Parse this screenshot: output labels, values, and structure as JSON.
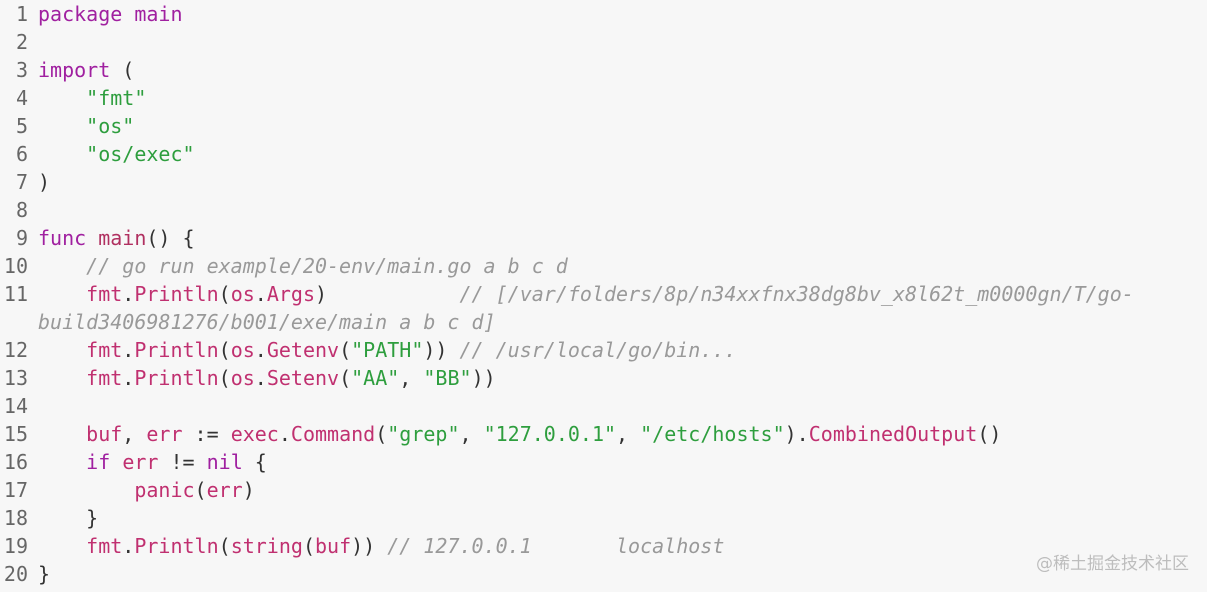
{
  "editor": {
    "lines": [
      {
        "num": "1",
        "tokens": [
          {
            "t": "package",
            "c": "kw"
          },
          {
            "t": " ",
            "c": "pl"
          },
          {
            "t": "main",
            "c": "kw"
          }
        ]
      },
      {
        "num": "2",
        "tokens": []
      },
      {
        "num": "3",
        "tokens": [
          {
            "t": "import",
            "c": "kw"
          },
          {
            "t": " (",
            "c": "pl"
          }
        ]
      },
      {
        "num": "4",
        "tokens": [
          {
            "t": "    ",
            "c": "pl"
          },
          {
            "t": "\"fmt\"",
            "c": "str"
          }
        ]
      },
      {
        "num": "5",
        "tokens": [
          {
            "t": "    ",
            "c": "pl"
          },
          {
            "t": "\"os\"",
            "c": "str"
          }
        ]
      },
      {
        "num": "6",
        "tokens": [
          {
            "t": "    ",
            "c": "pl"
          },
          {
            "t": "\"os/exec\"",
            "c": "str"
          }
        ]
      },
      {
        "num": "7",
        "tokens": [
          {
            "t": ")",
            "c": "pl"
          }
        ]
      },
      {
        "num": "8",
        "tokens": []
      },
      {
        "num": "9",
        "tokens": [
          {
            "t": "func",
            "c": "kw"
          },
          {
            "t": " ",
            "c": "pl"
          },
          {
            "t": "main",
            "c": "fn"
          },
          {
            "t": "() {",
            "c": "pl"
          }
        ]
      },
      {
        "num": "10",
        "tokens": [
          {
            "t": "    ",
            "c": "pl"
          },
          {
            "t": "// go run example/20-env/main.go a b c d",
            "c": "cm"
          }
        ]
      },
      {
        "num": "11",
        "tokens": [
          {
            "t": "    ",
            "c": "pl"
          },
          {
            "t": "fmt",
            "c": "id"
          },
          {
            "t": ".",
            "c": "pl"
          },
          {
            "t": "Println",
            "c": "id"
          },
          {
            "t": "(",
            "c": "pl"
          },
          {
            "t": "os",
            "c": "id"
          },
          {
            "t": ".",
            "c": "pl"
          },
          {
            "t": "Args",
            "c": "id"
          },
          {
            "t": ")           ",
            "c": "pl"
          },
          {
            "t": "// [/var/folders/8p/n34xxfnx38dg8bv_x8l62t_m0000gn/T/go-",
            "c": "cm"
          }
        ]
      },
      {
        "num": "",
        "tokens": [
          {
            "t": "build3406981276/b001/exe/main a b c d]",
            "c": "cm"
          }
        ],
        "wrapped": true
      },
      {
        "num": "12",
        "tokens": [
          {
            "t": "    ",
            "c": "pl"
          },
          {
            "t": "fmt",
            "c": "id"
          },
          {
            "t": ".",
            "c": "pl"
          },
          {
            "t": "Println",
            "c": "id"
          },
          {
            "t": "(",
            "c": "pl"
          },
          {
            "t": "os",
            "c": "id"
          },
          {
            "t": ".",
            "c": "pl"
          },
          {
            "t": "Getenv",
            "c": "id"
          },
          {
            "t": "(",
            "c": "pl"
          },
          {
            "t": "\"PATH\"",
            "c": "str"
          },
          {
            "t": ")) ",
            "c": "pl"
          },
          {
            "t": "// /usr/local/go/bin...",
            "c": "cm"
          }
        ]
      },
      {
        "num": "13",
        "tokens": [
          {
            "t": "    ",
            "c": "pl"
          },
          {
            "t": "fmt",
            "c": "id"
          },
          {
            "t": ".",
            "c": "pl"
          },
          {
            "t": "Println",
            "c": "id"
          },
          {
            "t": "(",
            "c": "pl"
          },
          {
            "t": "os",
            "c": "id"
          },
          {
            "t": ".",
            "c": "pl"
          },
          {
            "t": "Setenv",
            "c": "id"
          },
          {
            "t": "(",
            "c": "pl"
          },
          {
            "t": "\"AA\"",
            "c": "str"
          },
          {
            "t": ", ",
            "c": "pl"
          },
          {
            "t": "\"BB\"",
            "c": "str"
          },
          {
            "t": "))",
            "c": "pl"
          }
        ]
      },
      {
        "num": "14",
        "tokens": []
      },
      {
        "num": "15",
        "tokens": [
          {
            "t": "    ",
            "c": "pl"
          },
          {
            "t": "buf",
            "c": "id"
          },
          {
            "t": ", ",
            "c": "pl"
          },
          {
            "t": "err",
            "c": "id"
          },
          {
            "t": " := ",
            "c": "pl"
          },
          {
            "t": "exec",
            "c": "id"
          },
          {
            "t": ".",
            "c": "pl"
          },
          {
            "t": "Command",
            "c": "id"
          },
          {
            "t": "(",
            "c": "pl"
          },
          {
            "t": "\"grep\"",
            "c": "str"
          },
          {
            "t": ", ",
            "c": "pl"
          },
          {
            "t": "\"127.0.0.1\"",
            "c": "str"
          },
          {
            "t": ", ",
            "c": "pl"
          },
          {
            "t": "\"/etc/hosts\"",
            "c": "str"
          },
          {
            "t": ").",
            "c": "pl"
          },
          {
            "t": "CombinedOutput",
            "c": "id"
          },
          {
            "t": "()",
            "c": "pl"
          }
        ]
      },
      {
        "num": "16",
        "tokens": [
          {
            "t": "    ",
            "c": "pl"
          },
          {
            "t": "if",
            "c": "kw"
          },
          {
            "t": " ",
            "c": "pl"
          },
          {
            "t": "err",
            "c": "id"
          },
          {
            "t": " != ",
            "c": "pl"
          },
          {
            "t": "nil",
            "c": "kw"
          },
          {
            "t": " {",
            "c": "pl"
          }
        ]
      },
      {
        "num": "17",
        "tokens": [
          {
            "t": "        ",
            "c": "pl"
          },
          {
            "t": "panic",
            "c": "id"
          },
          {
            "t": "(",
            "c": "pl"
          },
          {
            "t": "err",
            "c": "id"
          },
          {
            "t": ")",
            "c": "pl"
          }
        ]
      },
      {
        "num": "18",
        "tokens": [
          {
            "t": "    }",
            "c": "pl"
          }
        ]
      },
      {
        "num": "19",
        "tokens": [
          {
            "t": "    ",
            "c": "pl"
          },
          {
            "t": "fmt",
            "c": "id"
          },
          {
            "t": ".",
            "c": "pl"
          },
          {
            "t": "Println",
            "c": "id"
          },
          {
            "t": "(",
            "c": "pl"
          },
          {
            "t": "string",
            "c": "id"
          },
          {
            "t": "(",
            "c": "pl"
          },
          {
            "t": "buf",
            "c": "id"
          },
          {
            "t": ")) ",
            "c": "pl"
          },
          {
            "t": "// 127.0.0.1       localhost",
            "c": "cm"
          }
        ]
      },
      {
        "num": "20",
        "tokens": [
          {
            "t": "}",
            "c": "pl"
          }
        ]
      }
    ]
  },
  "watermark": "@稀土掘金技术社区"
}
